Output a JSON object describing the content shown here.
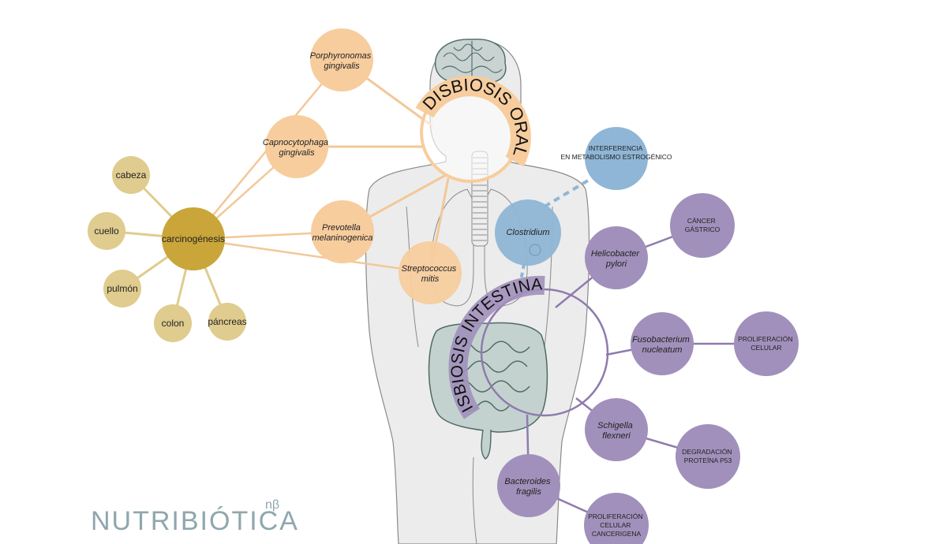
{
  "colors": {
    "oral": "#f7cd9e",
    "oral_line": "#f2c898",
    "intestinal": "#a190bb",
    "intestinal_line": "#8e7bae",
    "blue": "#8fb6d6",
    "gold_center": "#c9a53a",
    "gold": "#dfcc8e",
    "body_fill": "#ececec",
    "body_stroke": "#8a8a8a",
    "gut_fill": "#c4d2cf",
    "gut_stroke": "#4d6a66",
    "brand": "#8fa6ad"
  },
  "oral": {
    "title": "DISBIOSIS ORAL",
    "bacteria": [
      {
        "label": "Porphyronomas gingivalis"
      },
      {
        "label": "Capnocytophaga gingivalis"
      },
      {
        "label": "Prevotella melaninogenica"
      },
      {
        "label": "Streptococcus mitis"
      }
    ]
  },
  "intestinal": {
    "title": "DISBIOSIS INTESTINAL",
    "bacteria": [
      {
        "label": "Helicobacter pylori"
      },
      {
        "label": "Fusobacterium nucleatum"
      },
      {
        "label": "Schigella flexneri"
      },
      {
        "label": "Bacteroides fragilis"
      }
    ],
    "effects": [
      {
        "label": "CÁNCER GÁSTRICO"
      },
      {
        "label": "PROLIFERACIÓN CELULAR"
      },
      {
        "label": "DEGRADACIÓN PROTEÍNA P53"
      },
      {
        "label": "PROLIFERACIÓN CELULAR CANCERIGENA"
      }
    ]
  },
  "clostridium": {
    "label": "Clostridium",
    "effect": "INTERFERENCIA EN METABOLISMO ESTROGÉNICO"
  },
  "carcinogenesis": {
    "label": "carcinogénesis",
    "sites": [
      {
        "label": "cabeza"
      },
      {
        "label": "cuello"
      },
      {
        "label": "pulmón"
      },
      {
        "label": "colon"
      },
      {
        "label": "páncreas"
      }
    ]
  },
  "brand": {
    "logo_text": "NUTRIBIÓTICA",
    "mark": "nβ"
  }
}
